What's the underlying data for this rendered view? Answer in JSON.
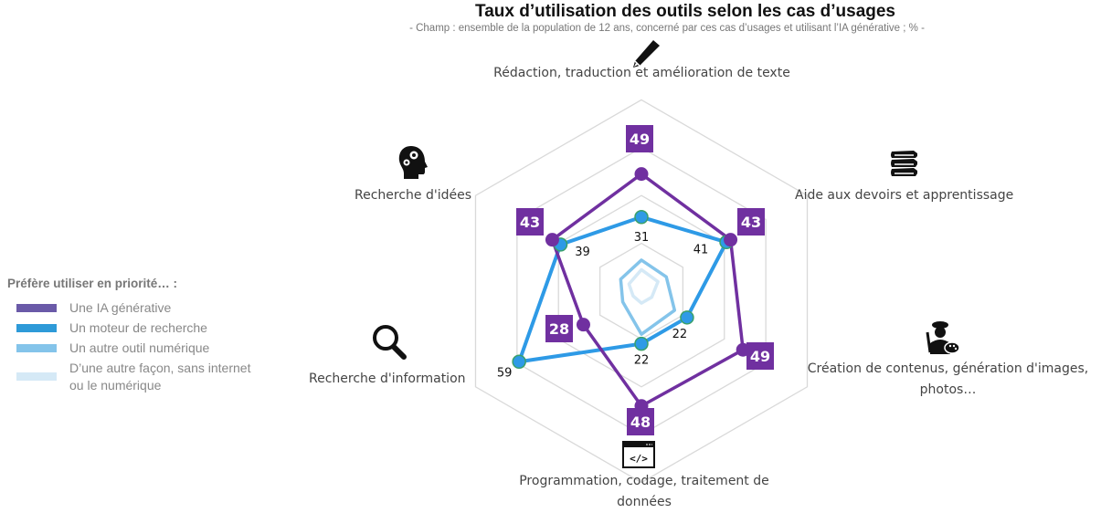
{
  "title": "Taux d’utilisation des outils selon les cas d’usages",
  "subtitle": "- Champ : ensemble de la population de 12 ans, concerné par ces cas d’usages et utilisant l’IA générative ; % -",
  "legend": {
    "title": "Préfère utiliser en priorité… :",
    "items": [
      {
        "label": "Une IA générative",
        "color": "#6a5aa8"
      },
      {
        "label": "Un moteur de recherche",
        "color": "#2e9ad8"
      },
      {
        "label": "Un autre outil numérique",
        "color": "#84c4ea"
      },
      {
        "label": "D’une autre façon, sans internet ou le numérique",
        "color": "#d5e9f6"
      }
    ]
  },
  "axes": [
    {
      "label": "Rédaction, traduction et amélioration de texte",
      "icon": "pencil-icon"
    },
    {
      "label": "Aide aux devoirs et apprentissage",
      "icon": "books-icon"
    },
    {
      "label": "Création de contenus, génération d'images, photos…",
      "icon": "painter-icon"
    },
    {
      "label": "Programmation, codage, traitement de données",
      "icon": "code-window-icon"
    },
    {
      "label": "Recherche d'information",
      "icon": "magnifier-icon"
    },
    {
      "label": "Recherche d'idées",
      "icon": "head-gears-icon"
    }
  ],
  "chart_data": {
    "type": "radar",
    "title": "Taux d’utilisation des outils selon les cas d’usages",
    "subtitle": "- Champ : ensemble de la population de 12 ans, concerné par ces cas d’usages et utilisant l’IA générative ; % -",
    "categories": [
      "Rédaction, traduction et amélioration de texte",
      "Aide aux devoirs et apprentissage",
      "Création de contenus, génération d'images, photos…",
      "Programmation, codage, traitement de données",
      "Recherche d'information",
      "Recherche d'idées"
    ],
    "series": [
      {
        "name": "Une IA générative",
        "color": "#7030a0",
        "values": [
          49,
          43,
          49,
          48,
          28,
          43
        ],
        "labels_shown": true
      },
      {
        "name": "Un moteur de recherche",
        "color": "#2e9ae6",
        "values": [
          31,
          41,
          22,
          22,
          59,
          39
        ],
        "labels_shown": true
      },
      {
        "name": "Un autre outil numérique",
        "color": "#84c4ea",
        "values": [
          13,
          12,
          16,
          18,
          9,
          10
        ],
        "labels_shown": false
      },
      {
        "name": "D’une autre façon, sans internet ou le numérique",
        "color": "#d5e9f6",
        "values": [
          9,
          8,
          5,
          5,
          4,
          6
        ],
        "labels_shown": false
      }
    ],
    "rlim": [
      0,
      80
    ],
    "grid_rings": [
      20,
      40,
      60,
      80
    ],
    "legend_position": "left"
  }
}
